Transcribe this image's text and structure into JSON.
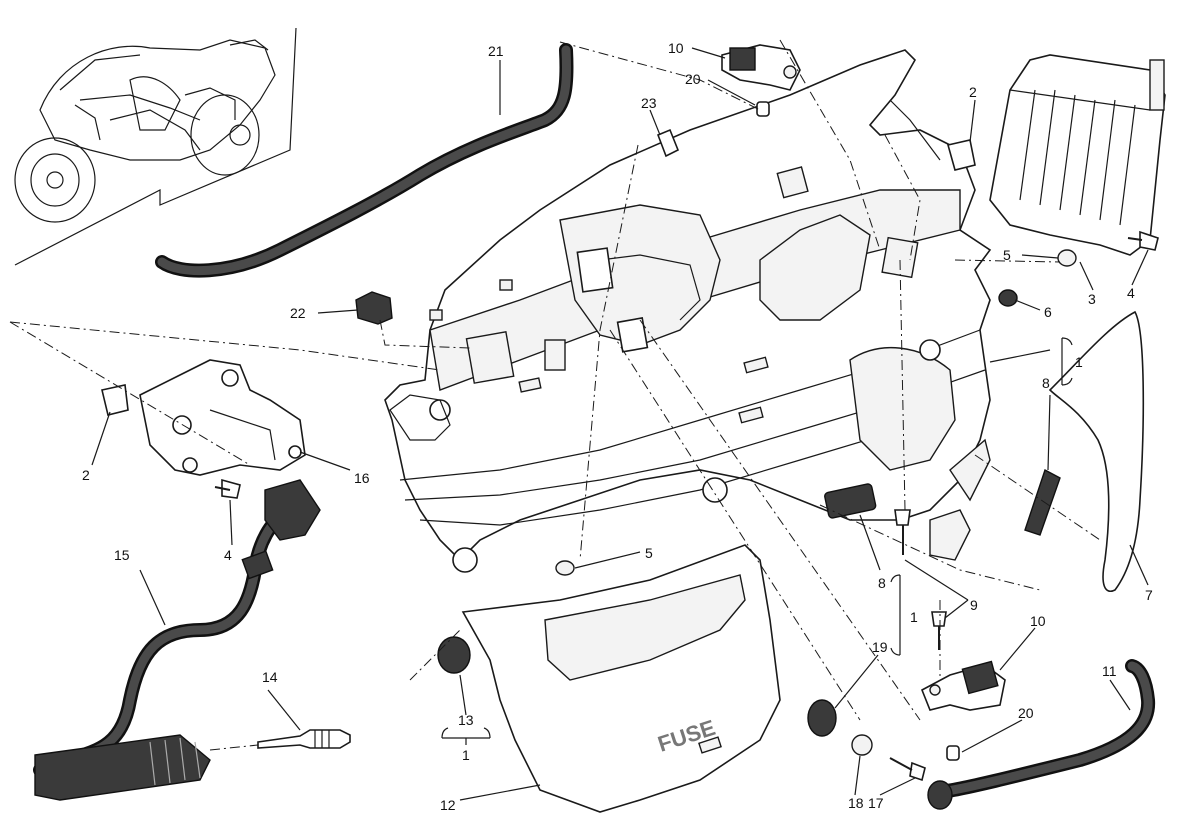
{
  "callouts": [
    {
      "id": "c21",
      "text": "21"
    },
    {
      "id": "c10a",
      "text": "10"
    },
    {
      "id": "c20a",
      "text": "20"
    },
    {
      "id": "c23",
      "text": "23"
    },
    {
      "id": "c2a",
      "text": "2"
    },
    {
      "id": "c5a",
      "text": "5"
    },
    {
      "id": "c3",
      "text": "3"
    },
    {
      "id": "c4a",
      "text": "4"
    },
    {
      "id": "c6",
      "text": "6"
    },
    {
      "id": "c1a",
      "text": "1"
    },
    {
      "id": "c8a",
      "text": "8"
    },
    {
      "id": "c22",
      "text": "22"
    },
    {
      "id": "c2b",
      "text": "2"
    },
    {
      "id": "c16",
      "text": "16"
    },
    {
      "id": "c4b",
      "text": "4"
    },
    {
      "id": "c15",
      "text": "15"
    },
    {
      "id": "c5b",
      "text": "5"
    },
    {
      "id": "c8b",
      "text": "8"
    },
    {
      "id": "c9",
      "text": "9"
    },
    {
      "id": "c1b",
      "text": "1"
    },
    {
      "id": "c7",
      "text": "7"
    },
    {
      "id": "c10b",
      "text": "10"
    },
    {
      "id": "c19",
      "text": "19"
    },
    {
      "id": "c11",
      "text": "11"
    },
    {
      "id": "c14",
      "text": "14"
    },
    {
      "id": "c13",
      "text": "13"
    },
    {
      "id": "c1c",
      "text": "1"
    },
    {
      "id": "c20b",
      "text": "20"
    },
    {
      "id": "c18",
      "text": "18"
    },
    {
      "id": "c17",
      "text": "17"
    },
    {
      "id": "c12",
      "text": "12"
    }
  ],
  "cover_text": "FUSE"
}
